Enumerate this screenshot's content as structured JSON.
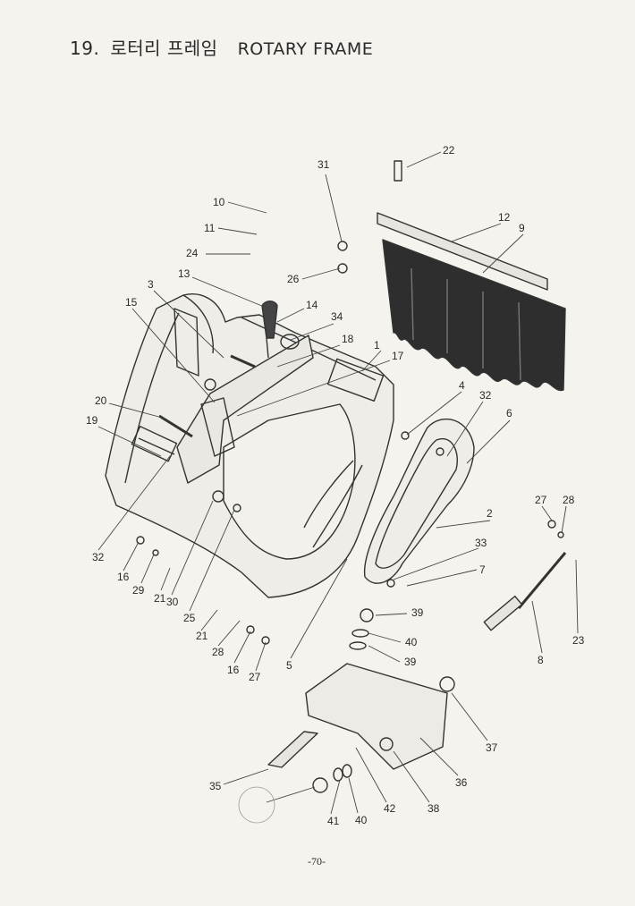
{
  "title": {
    "number": "19.",
    "korean": "로터리 프레임",
    "english": "ROTARY FRAME"
  },
  "page_number": "-70-",
  "callouts": [
    "1",
    "2",
    "3",
    "4",
    "5",
    "6",
    "7",
    "8",
    "9",
    "10",
    "11",
    "12",
    "13",
    "14",
    "15",
    "16",
    "16",
    "17",
    "18",
    "19",
    "20",
    "21",
    "21",
    "22",
    "23",
    "24",
    "25",
    "26",
    "27",
    "27",
    "28",
    "28",
    "29",
    "30",
    "31",
    "32",
    "32",
    "33",
    "34",
    "35",
    "36",
    "37",
    "38",
    "39",
    "39",
    "40",
    "40",
    "41",
    "42"
  ]
}
